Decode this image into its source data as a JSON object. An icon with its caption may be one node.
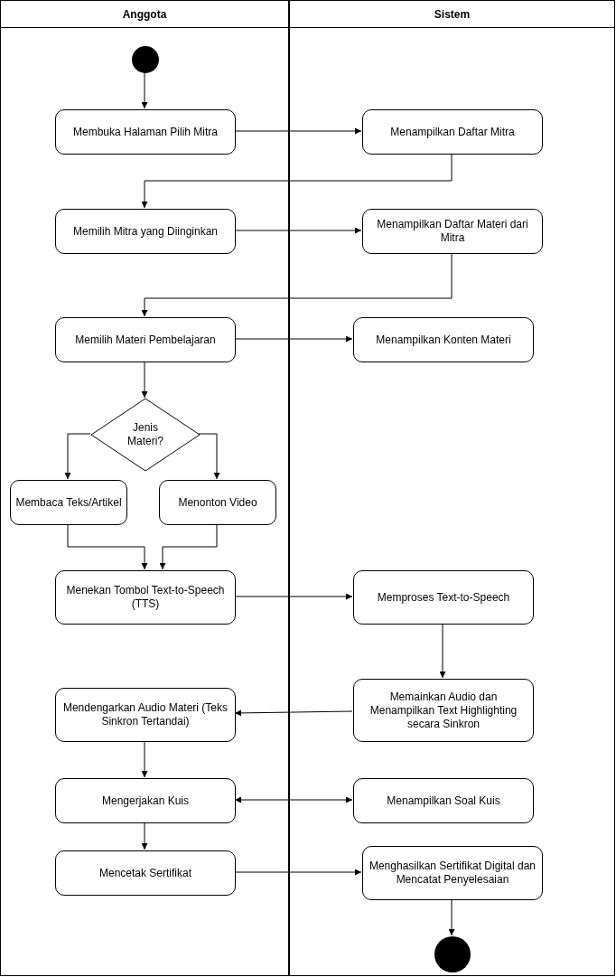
{
  "diagram": {
    "nodes": [
      {
        "text": [
          "Anggota"
        ]
      },
      {
        "text": [
          "Sistem"
        ]
      },
      {
        "text": [],
        "shape": "circle",
        "in": 0
      },
      {
        "text": [
          "Membuka Halaman Pilih Mitra"
        ],
        "in": 0
      },
      {
        "text": [
          "Menampilkan Daftar Mitra"
        ],
        "in": 1
      },
      {
        "text": [
          "Memilih Mitra yang Diinginkan"
        ],
        "in": 0
      },
      {
        "text": [
          "Menampilkan Daftar Materi dari Mitra"
        ],
        "in": 1
      },
      {
        "text": [
          "Memilih Materi Pembelajaran"
        ],
        "in": 0
      },
      {
        "text": [
          "Menampilkan Konten Materi"
        ],
        "in": 1
      },
      {
        "text": [
          "Jenis Materi?"
        ],
        "in": 0
      },
      {
        "text": [
          "Membaca Teks/Artikel"
        ],
        "in": 0
      },
      {
        "text": [
          "Menonton Video"
        ],
        "in": 0
      },
      {
        "text": [
          "Menekan Tombol Text-to-Speech (TTS)"
        ],
        "in": 0
      },
      {
        "text": [
          "Memproses Text-to-Speech"
        ],
        "in": 1
      },
      {
        "text": [
          "Memainkan Audio dan Menampilkan Text Highlighting secara Sinkron"
        ],
        "in": 1
      },
      {
        "text": [
          "Mendengarkan Audio Materi (Teks Sinkron Tertandai)"
        ],
        "in": 0
      },
      {
        "text": [
          "Mengerjakan Kuis"
        ],
        "in": 0
      },
      {
        "text": [
          "Menampilkan Soal Kuis"
        ],
        "in": 1
      },
      {
        "text": [
          "Mencetak Sertifikat"
        ],
        "in": 0
      },
      {
        "text": [
          "Menghasilkan Sertifikat Digital dan Mencatat Penyelesaian"
        ],
        "in": 1
      },
      {
        "text": [],
        "shape": "circle",
        "in": 1
      }
    ],
    "edges": [
      {
        "from": 2,
        "to": 3,
        "arrow": "to"
      },
      {
        "from": 3,
        "to": 4,
        "arrow": "to"
      },
      {
        "from": 4,
        "to": 5,
        "arrow": "to"
      },
      {
        "from": 5,
        "to": 6,
        "arrow": "to"
      },
      {
        "from": 6,
        "to": 7,
        "arrow": "to"
      },
      {
        "from": 7,
        "to": 8,
        "arrow": "to"
      },
      {
        "from": 7,
        "to": 9,
        "arrow": "to"
      },
      {
        "from": 9,
        "to": 10,
        "arrow": "to"
      },
      {
        "from": 9,
        "to": 11,
        "arrow": "to"
      },
      {
        "from": 10,
        "to": 12,
        "arrow": "to"
      },
      {
        "from": 11,
        "to": 12,
        "arrow": "to"
      },
      {
        "from": 12,
        "to": 13,
        "arrow": "to"
      },
      {
        "from": 13,
        "to": 14,
        "arrow": "to"
      },
      {
        "from": 14,
        "to": 15,
        "arrow": "to"
      },
      {
        "from": 15,
        "to": 16,
        "arrow": "to"
      },
      {
        "from": 16,
        "to": 17,
        "arrow": "both"
      },
      {
        "from": 16,
        "to": 18,
        "arrow": "to"
      },
      {
        "from": 18,
        "to": 19,
        "arrow": "to"
      },
      {
        "from": 19,
        "to": 20,
        "arrow": "to"
      }
    ]
  }
}
